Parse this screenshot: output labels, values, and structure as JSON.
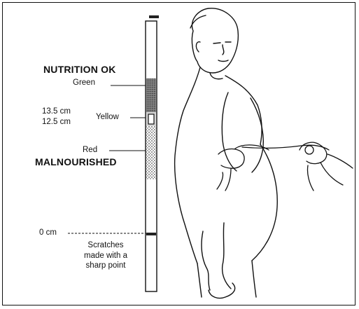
{
  "labels": {
    "nutrition_ok": "NUTRITION OK",
    "green": "Green",
    "cm_upper": "13.5 cm",
    "cm_lower": "12.5 cm",
    "yellow": "Yellow",
    "red": "Red",
    "malnourished": "MALNOURISHED",
    "zero_cm": "0 cm",
    "scratches_line1": "Scratches",
    "scratches_line2": "made with a",
    "scratches_line3": "sharp point"
  },
  "colors": {
    "ink": "#111111",
    "band_green": "#6f6f6f",
    "band_yellow": "#c9c9c9",
    "band_red": "#9a9a9a"
  }
}
